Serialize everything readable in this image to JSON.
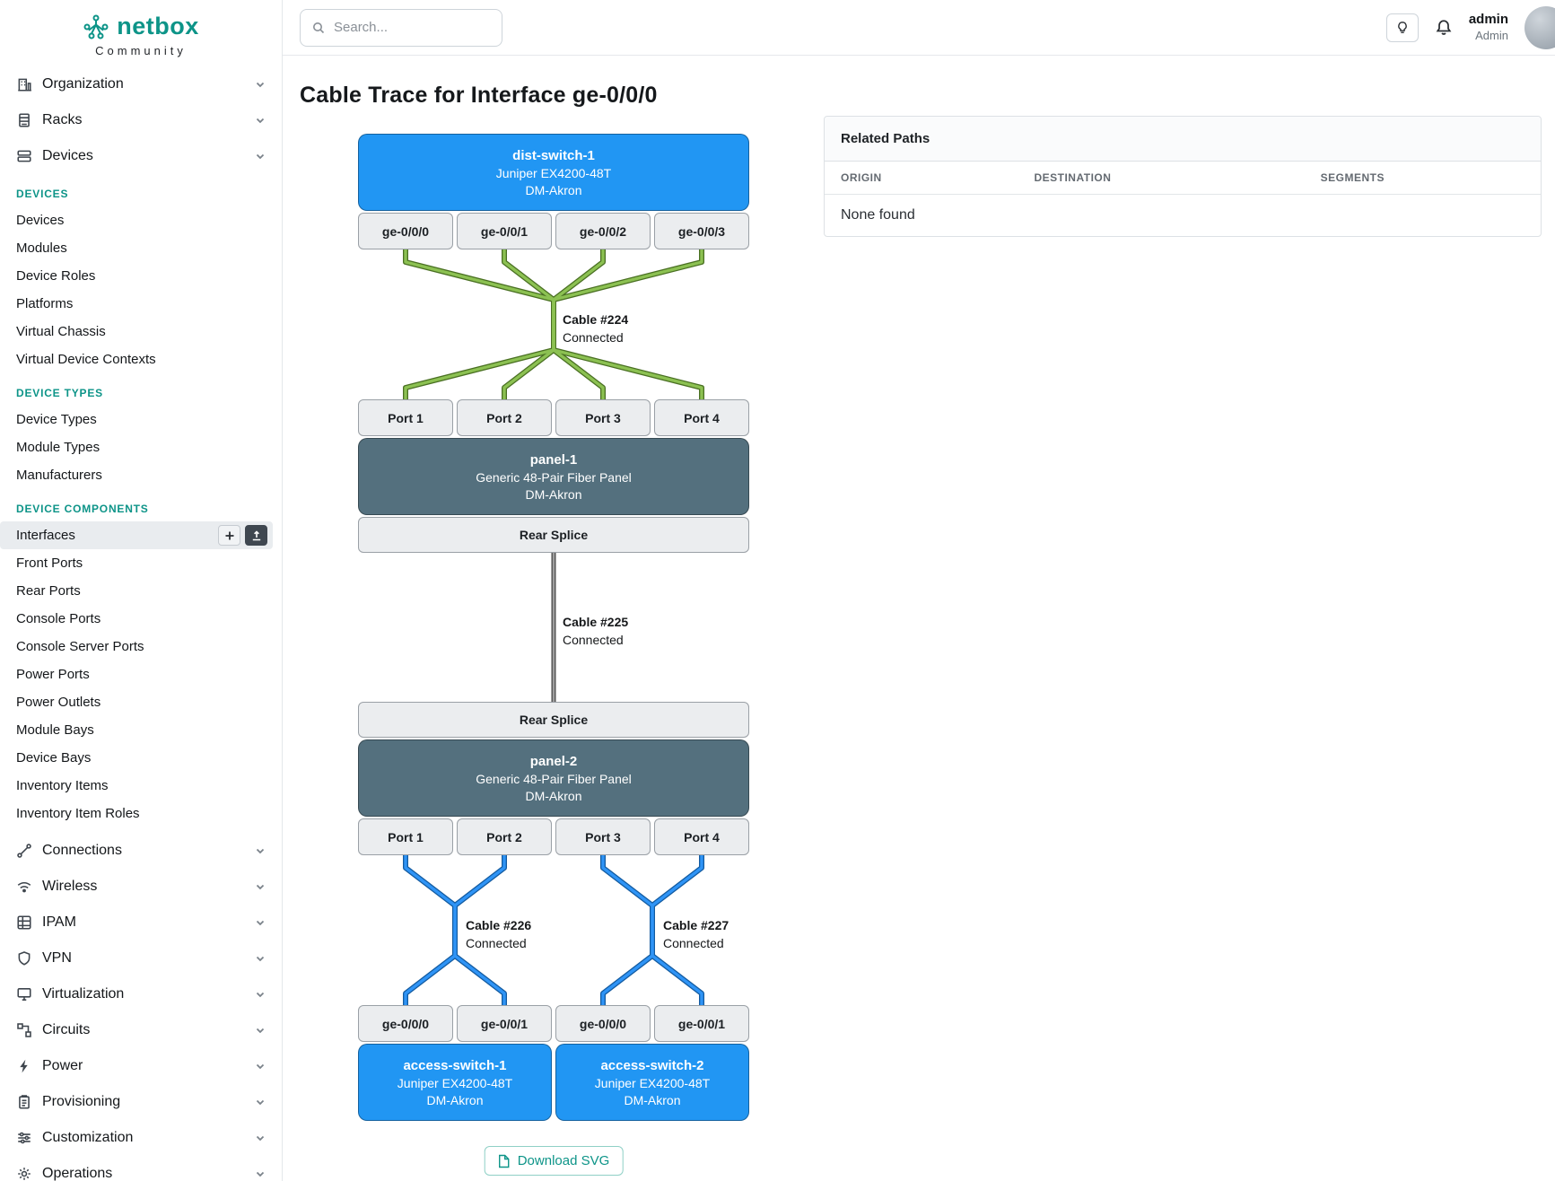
{
  "brand": {
    "name": "netbox",
    "subtitle": "Community"
  },
  "topbar": {
    "search_placeholder": "Search...",
    "user": {
      "name": "admin",
      "role": "Admin"
    }
  },
  "sidebar": {
    "top_items": [
      {
        "label": "Organization"
      },
      {
        "label": "Racks"
      },
      {
        "label": "Devices"
      }
    ],
    "sections": [
      {
        "label": "DEVICES",
        "items": [
          "Devices",
          "Modules",
          "Device Roles",
          "Platforms",
          "Virtual Chassis",
          "Virtual Device Contexts"
        ]
      },
      {
        "label": "DEVICE TYPES",
        "items": [
          "Device Types",
          "Module Types",
          "Manufacturers"
        ]
      },
      {
        "label": "DEVICE COMPONENTS",
        "items": [
          "Interfaces",
          "Front Ports",
          "Rear Ports",
          "Console Ports",
          "Console Server Ports",
          "Power Ports",
          "Power Outlets",
          "Module Bays",
          "Device Bays",
          "Inventory Items",
          "Inventory Item Roles"
        ]
      }
    ],
    "bottom_items": [
      "Connections",
      "Wireless",
      "IPAM",
      "VPN",
      "Virtualization",
      "Circuits",
      "Power",
      "Provisioning",
      "Customization",
      "Operations"
    ]
  },
  "page": {
    "title": "Cable Trace for Interface ge-0/0/0"
  },
  "related_paths": {
    "title": "Related Paths",
    "columns": [
      "ORIGIN",
      "DESTINATION",
      "SEGMENTS"
    ],
    "empty_text": "None found"
  },
  "trace": {
    "top_device": {
      "name": "dist-switch-1",
      "model": "Juniper EX4200-48T",
      "site": "DM-Akron",
      "ports": [
        "ge-0/0/0",
        "ge-0/0/1",
        "ge-0/0/2",
        "ge-0/0/3"
      ]
    },
    "cable224": {
      "label": "Cable #224",
      "status": "Connected"
    },
    "panel1": {
      "name": "panel-1",
      "model": "Generic 48-Pair Fiber Panel",
      "site": "DM-Akron",
      "ports": [
        "Port 1",
        "Port 2",
        "Port 3",
        "Port 4"
      ],
      "rear": "Rear Splice"
    },
    "cable225": {
      "label": "Cable #225",
      "status": "Connected"
    },
    "panel2": {
      "name": "panel-2",
      "model": "Generic 48-Pair Fiber Panel",
      "site": "DM-Akron",
      "ports": [
        "Port 1",
        "Port 2",
        "Port 3",
        "Port 4"
      ],
      "rear": "Rear Splice"
    },
    "cable226": {
      "label": "Cable #226",
      "status": "Connected"
    },
    "cable227": {
      "label": "Cable #227",
      "status": "Connected"
    },
    "bottom_ports": [
      "ge-0/0/0",
      "ge-0/0/1",
      "ge-0/0/0",
      "ge-0/0/1"
    ],
    "access_switch_1": {
      "name": "access-switch-1",
      "model": "Juniper EX4200-48T",
      "site": "DM-Akron"
    },
    "access_switch_2": {
      "name": "access-switch-2",
      "model": "Juniper EX4200-48T",
      "site": "DM-Akron"
    },
    "download_label": "Download SVG"
  },
  "colors": {
    "brand_teal": "#0d9488",
    "device_blue": "#2196f3",
    "panel_slate": "#54707e",
    "cable_green": "#8cc152",
    "cable_green_outline": "#4a7023",
    "cable_blue": "#2f94f6",
    "cable_blue_outline": "#135ba0",
    "cable_gray": "#9e9e9e"
  }
}
